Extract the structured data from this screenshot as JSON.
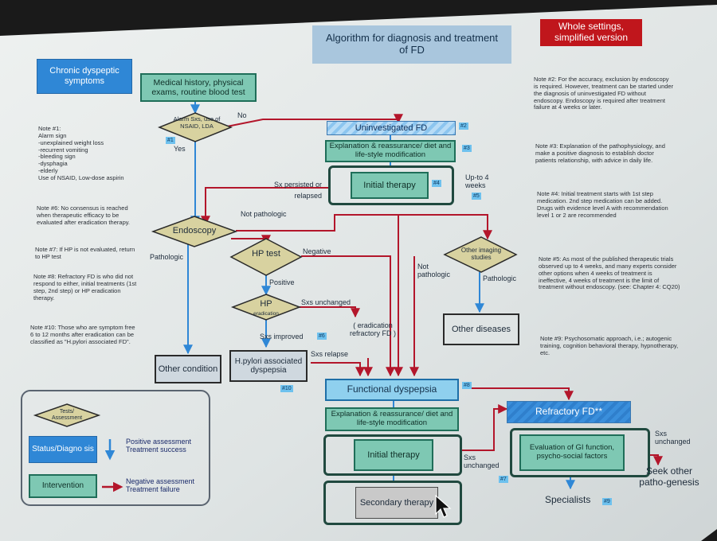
{
  "header": {
    "title": "Algorithm for diagnosis and treatment of FD",
    "badge": "Whole settings, simplified version"
  },
  "nodes": {
    "chronic": "Chronic dyspeptic symptoms",
    "history": "Medical history, physical exams, routine blood test",
    "alarm": "Alarm Sxs, use of NSAID, LDA",
    "uninvestigated": "Uninvestigated FD",
    "explanation1": "Explanation & reassurance/ diet and life-style modification",
    "initial1": "Initial therapy",
    "upto": "Up-to 4 weeks",
    "endoscopy": "Endoscopy",
    "hp_test": "HP test",
    "hp_erad_main": "HP",
    "hp_erad_sub": "eradication",
    "other_imaging": "Other imaging studies",
    "other_diseases": "Other diseases",
    "other_condition": "Other condition",
    "hpylori": "H.pylori associated dyspepsia",
    "erad_refractory": "( eradication refractory FD )",
    "functional": "Functional dyspepsia",
    "explanation2": "Explanation & reassurance/ diet and life-style modification",
    "initial2": "Initial therapy",
    "secondary": "Secondary therapy",
    "refractory": "Refractory FD**",
    "evaluation": "Evaluation of GI function, psycho-social factors",
    "specialists": "Specialists",
    "seek": "Seek other patho-genesis"
  },
  "edge_labels": {
    "no": "No",
    "yes": "Yes",
    "sx_persisted": "Sx persisted or relapsed",
    "not_pathologic": "Not pathologic",
    "pathologic_left": "Pathologic",
    "negative": "Negative",
    "positive": "Positive",
    "sxs_unchanged": "Sxs unchanged",
    "sxs_improved": "Sxs improved",
    "sxs_relapse": "Sxs relapse",
    "not_pathologic_right": "Not pathologic",
    "pathologic_right": "Pathologic",
    "sxs_unchanged_bottom": "Sxs unchanged",
    "sxs_unchanged_right": "Sxs unchanged"
  },
  "tags": {
    "t1": "#1",
    "t2": "#2",
    "t3": "#3",
    "t4": "#4",
    "t5": "#5",
    "t6": "#6",
    "t7": "#7",
    "t8": "#8",
    "t9": "#9",
    "t10": "#10"
  },
  "notes_left": {
    "n1": "Note #1:\nAlarm sign\n-unexplained weight loss\n-recurrent vomiting\n-bleeding sign\n-dysphagia\n-elderly\nUse of NSAID, Low-dose aspirin",
    "n6": "Note #6: No consensus is reached when therapeutic efficacy to be evaluated after eradication therapy.",
    "n7": "Note #7: If HP is not evaluated, return to HP test",
    "n8": "Note #8: Refractory FD is who did not respond to either, initial treatments (1st step, 2nd step) or HP eradication therapy.",
    "n10": "Note #10: Those who are symptom free 6 to 12 months after eradication can be classified as \"H.pylori associated FD\"."
  },
  "notes_right": {
    "n2": "Note #2: For the accuracy, exclusion by endoscopy is required. However, treatment can be started under the diagnosis of uninvestigated FD without endoscopy. Endoscopy is required after treatment failure at 4 weeks or later.",
    "n3": "Note #3: Explanation of the pathophysiology, and make a positive diagnosis to establish doctor patients relationship, with advice in daily life.",
    "n4": "Note #4: Initial treatment starts with 1st step medication. 2nd step medication can be added. Drugs with evidence level A with recommendation level 1 or 2 are recommended",
    "n5": "Note #5: As most of the published therapeutic trials observed up to 4 weeks, and many experts consider other options when 4 weeks of treatment is ineffective, 4 weeks of treatment is the limit of treatment without endoscopy. (see: Chapter 4: CQ20)",
    "n9": "Note #9: Psychosomatic approach, i.e.; autogenic training, cognition behavioral therapy, hypnotherapy, etc."
  },
  "legend": {
    "tests": "Tests/ Assessment",
    "status": "Status/Diagno sis",
    "intervention": "Intervention",
    "positive": "Positive assessment Treatment success",
    "negative": "Negative assessment Treatment failure"
  },
  "colors": {
    "slide_bg": "#dfe4e4",
    "status_blue": "#2f87d6",
    "intervention_teal": "#7ec8b3",
    "positive_arrow": "#2f87d6",
    "negative_arrow": "#b3162b",
    "badge_red": "#c0161c"
  }
}
